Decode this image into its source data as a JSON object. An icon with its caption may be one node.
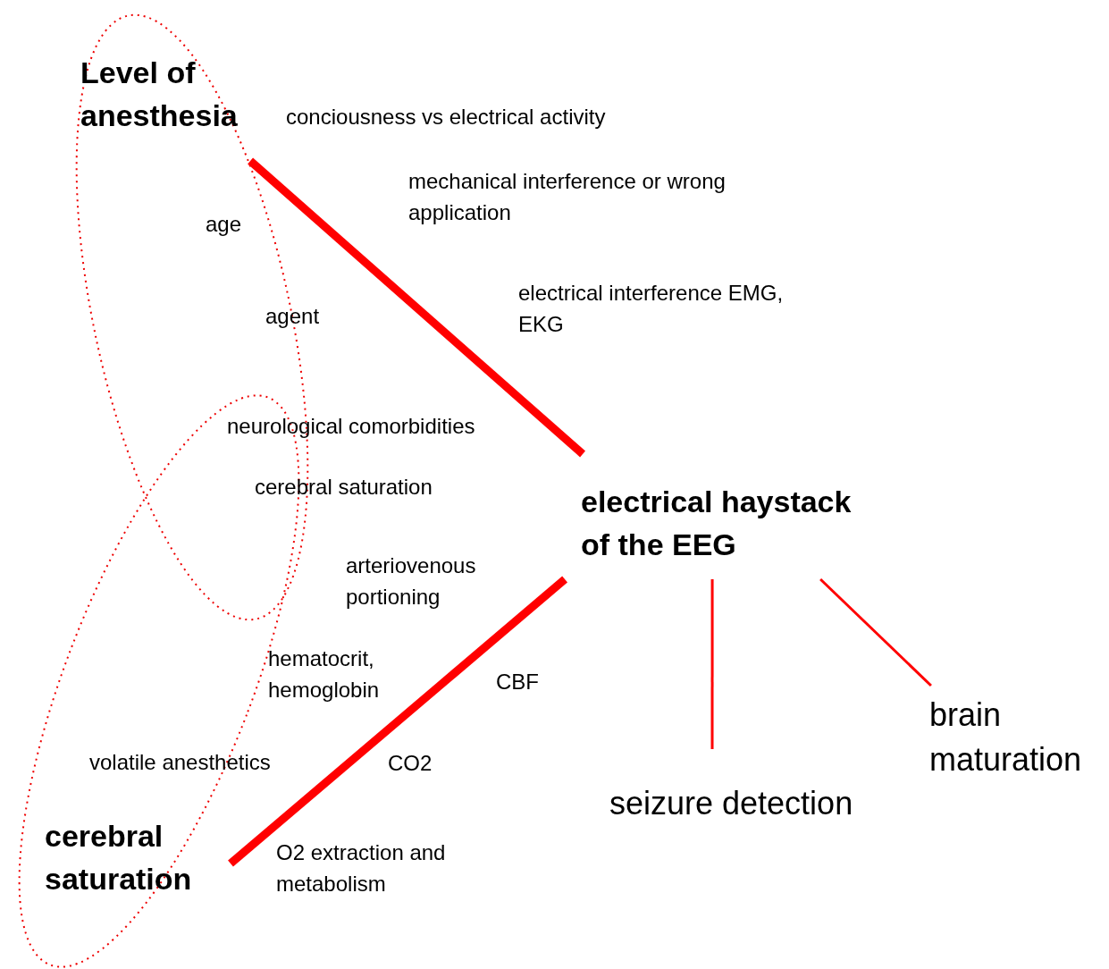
{
  "diagram": {
    "nodes": [
      {
        "text": [
          "Level of anesthesia"
        ]
      },
      {
        "text": [
          "electrical haystack of the EEG"
        ]
      },
      {
        "text": [
          "cerebral saturation"
        ]
      },
      {
        "text": [
          "seizure detection"
        ]
      },
      {
        "text": [
          "brain maturation"
        ]
      }
    ],
    "edges": [
      {
        "from": 0,
        "to": 1,
        "arrow": "none",
        "style": "thick"
      },
      {
        "from": 2,
        "to": 1,
        "arrow": "none",
        "style": "thick"
      },
      {
        "from": 1,
        "to": 3,
        "arrow": "none"
      },
      {
        "from": 1,
        "to": 4,
        "arrow": "none"
      }
    ],
    "labels": [
      "conciousness vs electrical activity",
      "mechanical interference or wrong application",
      "age",
      "electrical interference EMG, EKG",
      "agent",
      "neurological comorbidities",
      "cerebral saturation",
      "arteriovenous portioning",
      "hematocrit, hemoglobin",
      "CBF",
      "volatile anesthetics",
      "CO2",
      "O2 extraction and metabolism"
    ]
  }
}
